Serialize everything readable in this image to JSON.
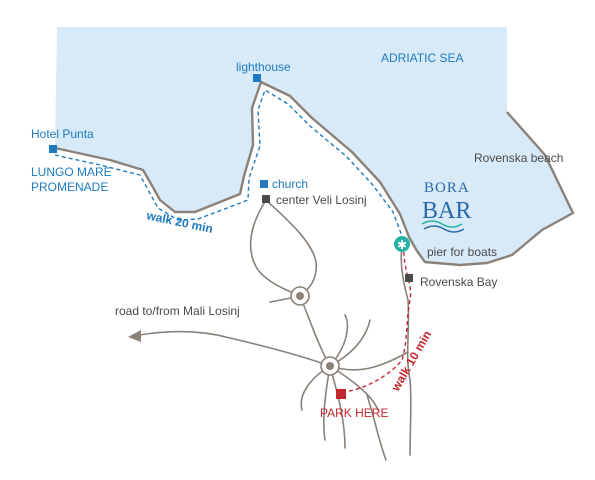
{
  "colors": {
    "sea": "#d8e9f7",
    "coast": "#8a8179",
    "road": "#8a8179",
    "blue": "#1e7bbf",
    "red": "#c4262e",
    "dark": "#4a4a4a",
    "teal": "#25b3a6",
    "brand": "#2b6aa8"
  },
  "labels": {
    "sea": "ADRIATIC SEA",
    "lighthouse": "lighthouse",
    "hotel_punta": "Hotel Punta",
    "lungo_line1": "LUNGO MARE",
    "lungo_line2": "PROMENADE",
    "church": "church",
    "center": "center Veli Losinj",
    "walk20": "walk 20 min",
    "walk10": "walk 10 min",
    "rovenska_beach": "Rovenska beach",
    "pier": "pier for boats",
    "rovenska_bay": "Rovenska Bay",
    "road_mali": "road to/from Mali Losinj",
    "park": "PARK HERE"
  },
  "brand": {
    "top": "BORA",
    "bottom": "BAR"
  },
  "icons": {
    "lighthouse": "blue-square-marker",
    "hotel_punta": "blue-square-marker",
    "church": "blue-square-marker",
    "center": "dark-square-marker",
    "rovenska_bay": "dark-square-marker",
    "park": "red-square-marker",
    "pier": "teal-circle-star-marker",
    "roundabout": "roundabout-circle-marker",
    "road_arrow": "arrow-head"
  }
}
